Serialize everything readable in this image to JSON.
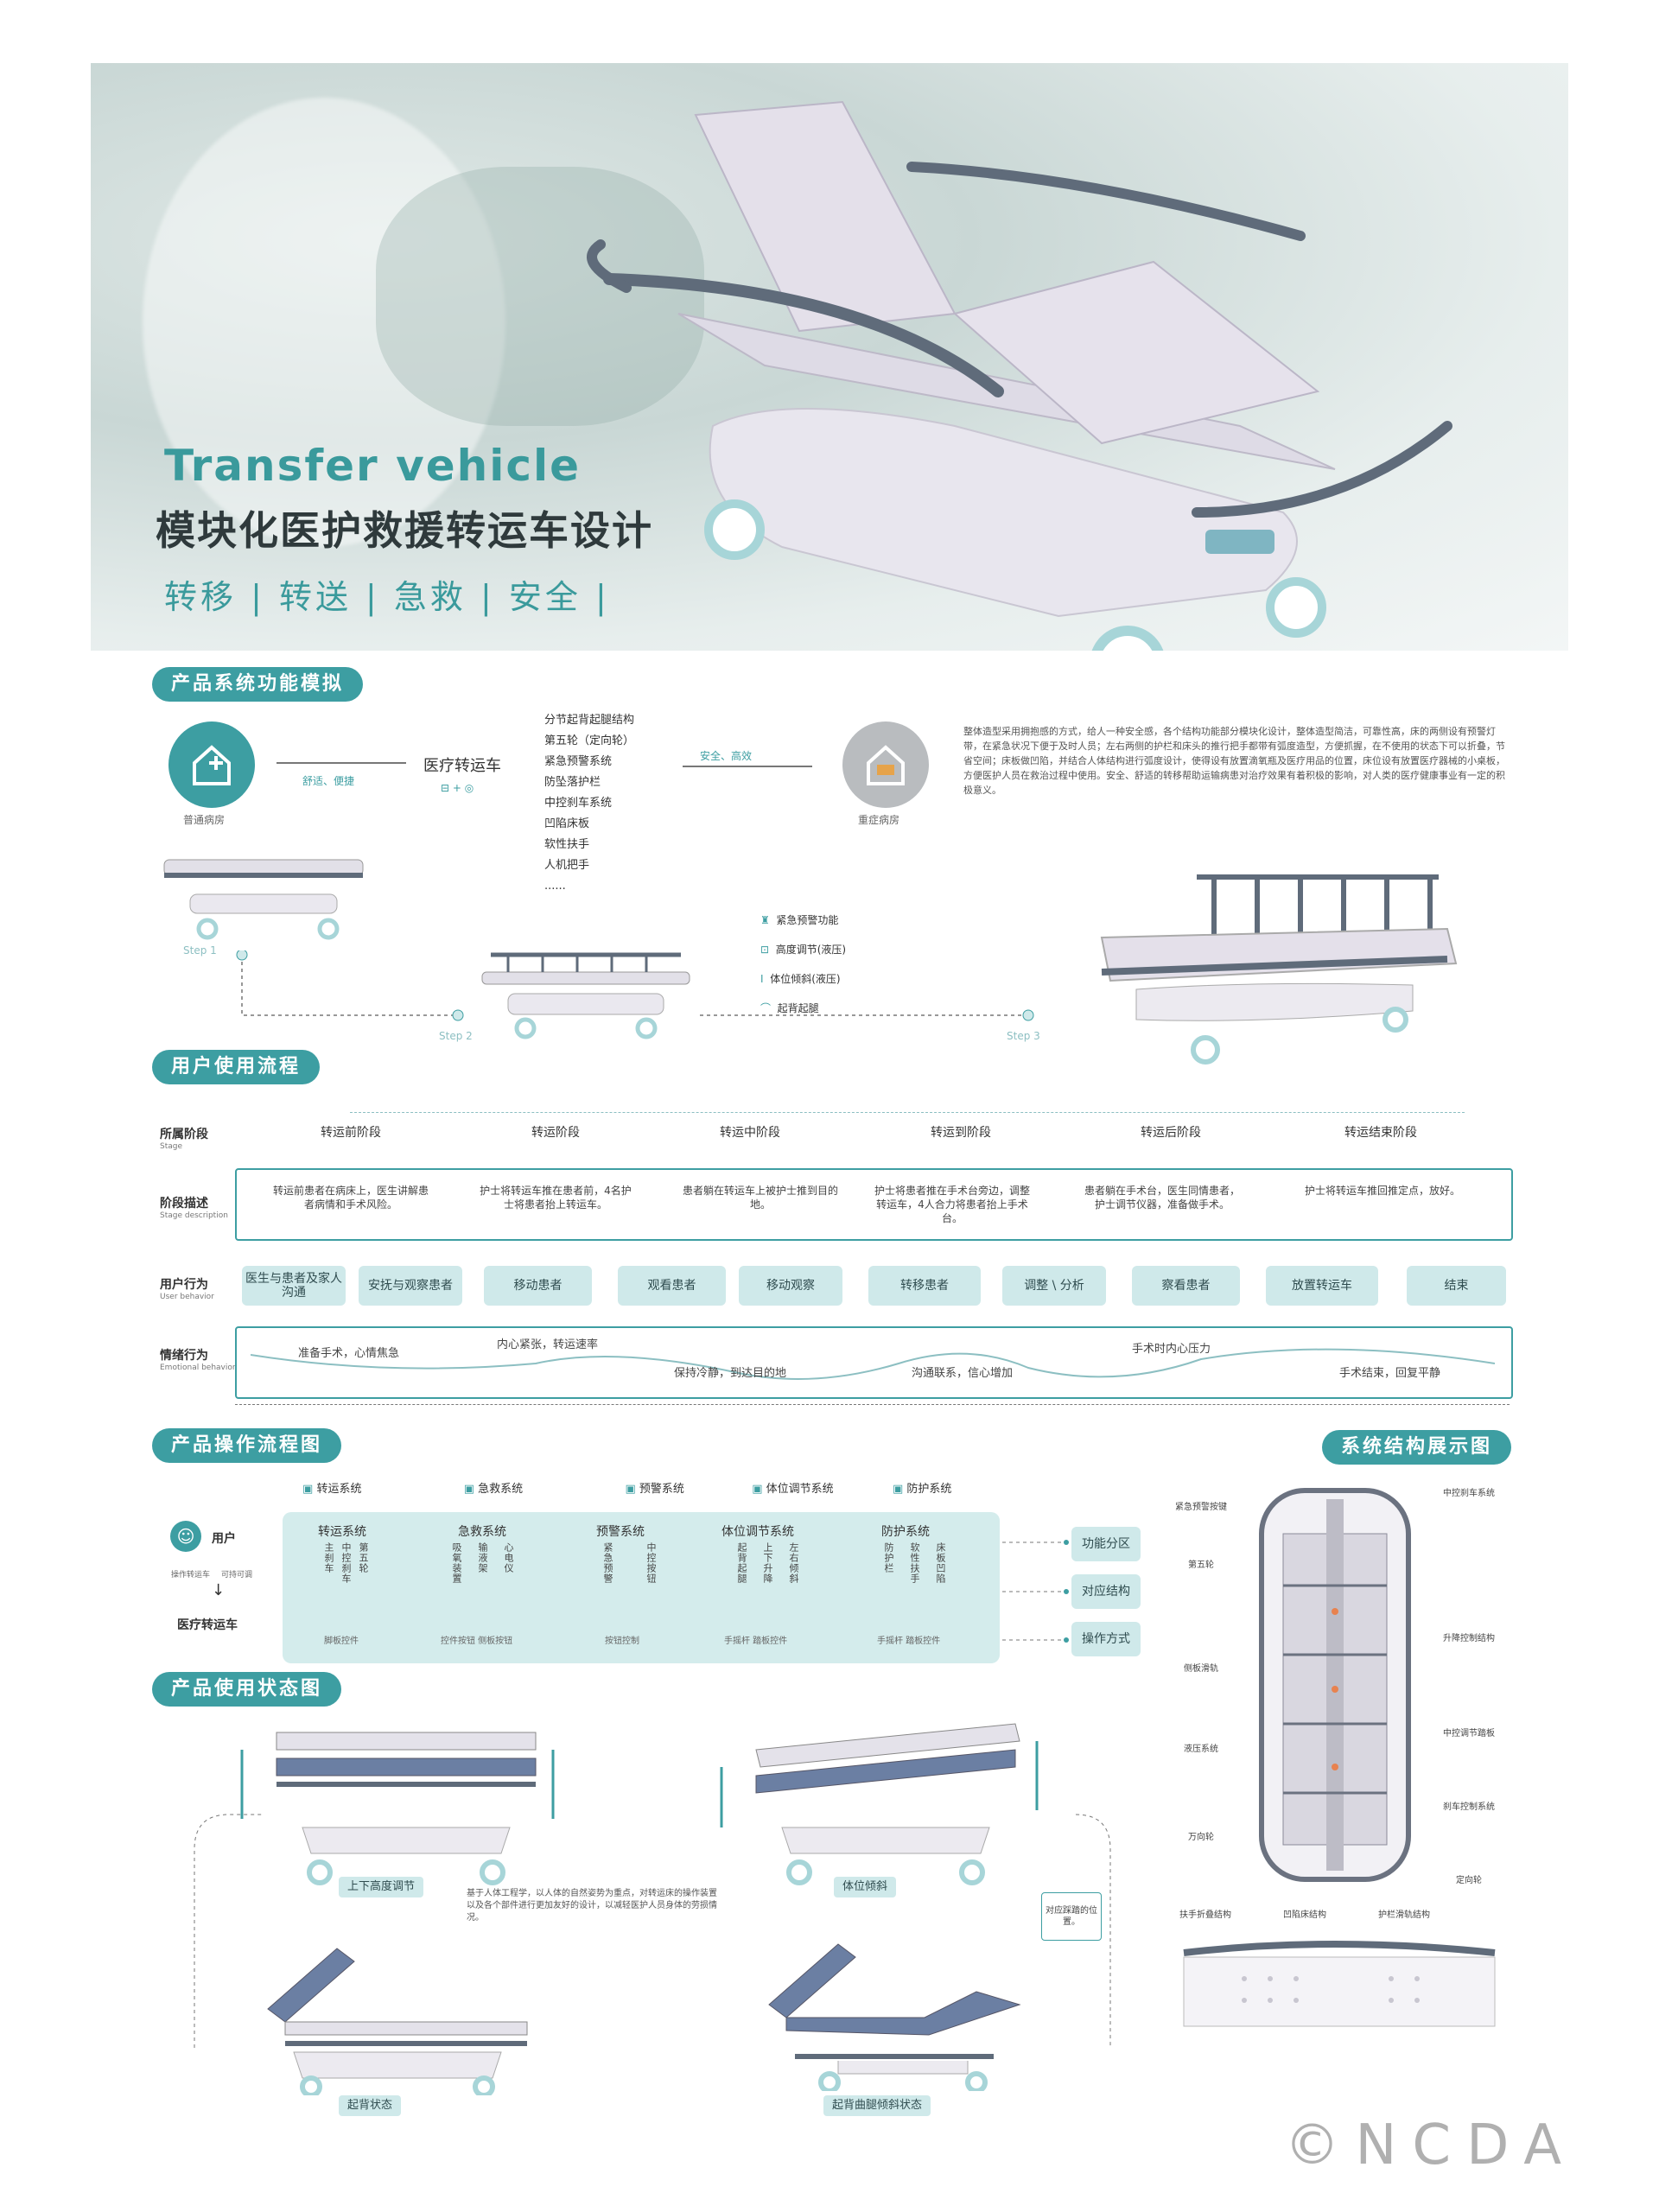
{
  "hero": {
    "brand": "Transfer vehicle",
    "title": "模块化医护救援转运车设计",
    "tags": "转移 | 转送 | 急救 |  安全 |"
  },
  "section_titles": {
    "module": "产品系统功能模拟",
    "flow": "用户使用流程",
    "operation": "产品操作流程图",
    "structure": "系统结构展示图",
    "states": "产品使用状态图"
  },
  "module": {
    "ward_left": "普通病房",
    "arrow_left_label": "舒适、便捷",
    "vehicle": "医疗转运车",
    "arrow_right_label": "安全、高效",
    "ward_right": "重症病房",
    "features": [
      "分节起背起腿结构",
      "第五轮（定向轮）",
      "紧急预警系统",
      "防坠落护栏",
      "中控刹车系统",
      "凹陷床板",
      "软性扶手",
      "人机把手",
      "......"
    ],
    "paragraph": "整体造型采用拥抱感的方式，给人一种安全感，各个结构功能部分模块化设计，整体造型简洁，可靠性高，床的两侧设有预警灯带，在紧急状况下便于及时人员；左右两侧的护栏和床头的推行把手都带有弧度造型，方便抓握，在不使用的状态下可以折叠，节省空间；床板做凹陷，并结合人体结构进行弧度设计，使得设有放置滴氧瓶及医疗用品的位置，床位设有放置医疗器械的小桌板，方便医护人员在救治过程中使用。安全、舒适的转移帮助运输病患对治疗效果有着积极的影响，对人类的医疗健康事业有一定的积极意义。",
    "step_labels": [
      "Step 1",
      "Step 2",
      "Step 3"
    ],
    "functions": [
      "紧急预警功能",
      "高度调节(液压)",
      "体位倾斜(液压)",
      "起背起腿"
    ]
  },
  "flow": {
    "row_labels": [
      {
        "cn": "所属阶段",
        "en": "Stage"
      },
      {
        "cn": "阶段描述",
        "en": "Stage description"
      },
      {
        "cn": "用户行为",
        "en": "User behavior"
      },
      {
        "cn": "情绪行为",
        "en": "Emotional behavior"
      }
    ],
    "stages": [
      "转运前阶段",
      "转运阶段",
      "转运中阶段",
      "转运到阶段",
      "转运后阶段",
      "转运结束阶段"
    ],
    "descriptions": [
      "转运前患者在病床上，医生讲解患者病情和手术风险。",
      "护士将转运车推在患者前，4名护士将患者抬上转运车。",
      "患者躺在转运车上被护士推到目的地。",
      "护士将患者推在手术台旁边，调整转运车，4人合力将患者抬上手术台。",
      "患者躺在手术台，医生同情患者，护士调节仪器，准备做手术。",
      "护士将转运车推回推定点，放好。"
    ],
    "behaviors": [
      "医生与患者及家人沟通",
      "安抚与观察患者",
      "移动患者",
      "观看患者",
      "移动观察",
      "转移患者",
      "调整 \\ 分析",
      "察看患者",
      "放置转运车",
      "结束"
    ],
    "emotions_top": [
      "准备手术，心情焦急",
      "内心紧张，转运速率",
      "手术时内心压力"
    ],
    "emotions_bottom": [
      "保持冷静，到达目的地",
      "沟通联系，信心增加",
      "手术结束，回复平静"
    ]
  },
  "operation": {
    "legend": [
      "转运系统",
      "急救系统",
      "预警系统",
      "体位调节系统",
      "防护系统"
    ],
    "user": "用户",
    "user_branch_left": "操作转运车",
    "user_branch_right": "可持可调",
    "vehicle": "医疗转运车",
    "systems": [
      {
        "name": "转运系统",
        "items": [
          "主刹车",
          "中控刹车",
          "第五轮"
        ],
        "footer": "脚板控件"
      },
      {
        "name": "急救系统",
        "items": [
          "吸氧装置",
          "输液架",
          "心电仪"
        ],
        "footer": "控件按钮   侧板按钮"
      },
      {
        "name": "预警系统",
        "items": [
          "紧急预警",
          "中控按钮"
        ],
        "footer": "按钮控制"
      },
      {
        "name": "体位调节系统",
        "items": [
          "起背起腿",
          "上下升降",
          "左右倾斜"
        ],
        "footer": "手摇杆 踏板控件"
      },
      {
        "name": "防护系统",
        "items": [
          "防护栏",
          "软性扶手",
          "床板凹陷"
        ],
        "footer": "手摇杆 踏板控件"
      }
    ],
    "right_labels": [
      "功能分区",
      "对应结构",
      "操作方式"
    ]
  },
  "structure": {
    "labels_left": [
      "紧急预警按键",
      "第五轮",
      "侧板滑轨",
      "液压系统",
      "万向轮"
    ],
    "labels_right": [
      "中控刹车系统",
      "升降控制结构",
      "中控调节踏板",
      "刹车控制系统",
      "定向轮"
    ],
    "labels_bottom": [
      "扶手折叠结构",
      "凹陷床结构",
      "护栏滑轨结构"
    ]
  },
  "states": {
    "captions": [
      "上下高度调节",
      "体位倾斜",
      "起背状态",
      "起背曲腿倾斜状态"
    ],
    "note": "基于人体工程学，以人体的自然姿势为重点，对转运床的操作装置以及各个部件进行更加友好的设计，以减轻医护人员身体的劳损情况。",
    "side_note": "对应踩踏的位置。"
  },
  "watermark": "©NCDA"
}
